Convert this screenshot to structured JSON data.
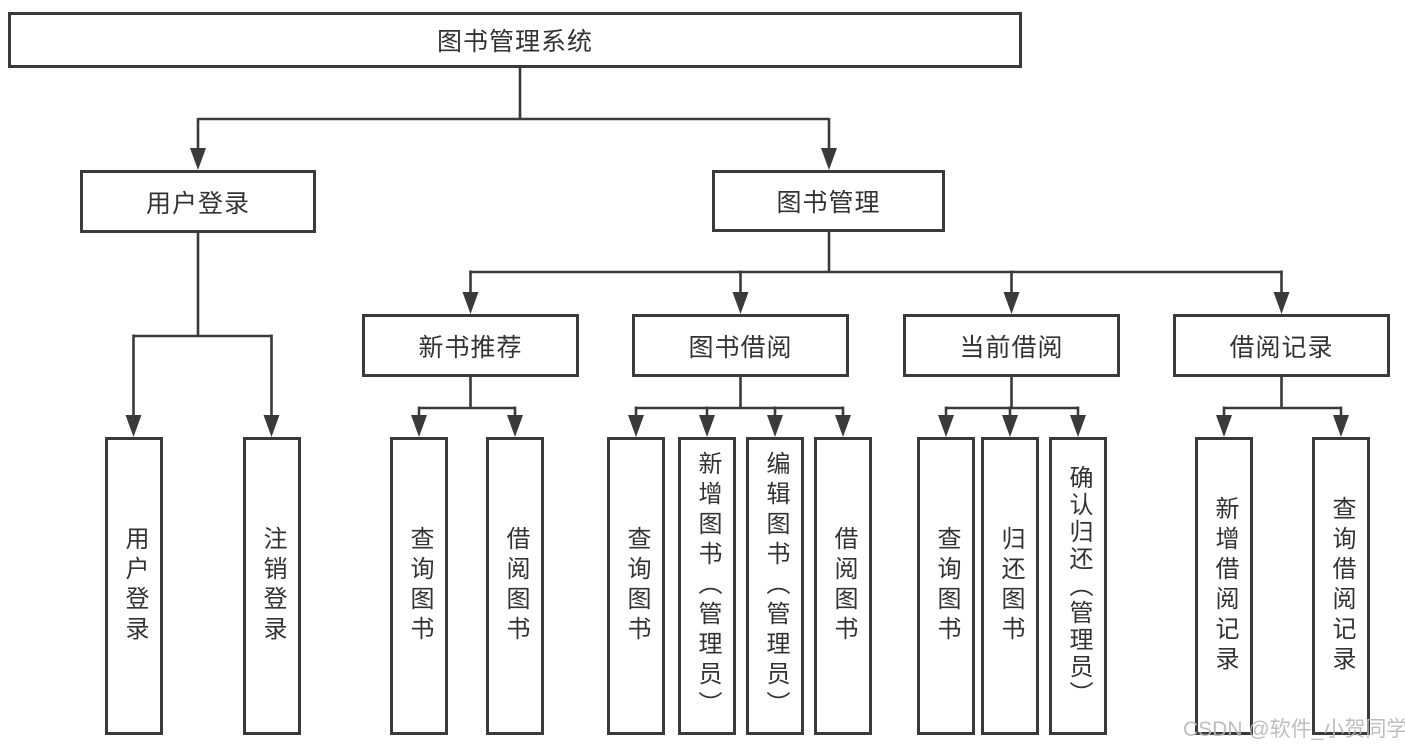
{
  "diagram": {
    "root": {
      "label": "图书管理系统"
    },
    "level2": [
      {
        "label": "用户登录"
      },
      {
        "label": "图书管理"
      }
    ],
    "level3": [
      {
        "label": "新书推荐"
      },
      {
        "label": "图书借阅"
      },
      {
        "label": "当前借阅"
      },
      {
        "label": "借阅记录"
      }
    ],
    "leaves": [
      {
        "label": "用户登录"
      },
      {
        "label": "注销登录"
      },
      {
        "label": "查询图书"
      },
      {
        "label": "借阅图书"
      },
      {
        "label": "查询图书"
      },
      {
        "label": "新增图书（管理员）"
      },
      {
        "label": "编辑图书（管理员）"
      },
      {
        "label": "借阅图书"
      },
      {
        "label": "查询图书"
      },
      {
        "label": "归还图书"
      },
      {
        "label": "确认归还（管理员）"
      },
      {
        "label": "新增借阅记录"
      },
      {
        "label": "查询借阅记录"
      }
    ]
  },
  "watermark": {
    "text": "CSDN @软件_小贺同学"
  },
  "colors": {
    "line": "#3a3a3a",
    "text": "#333333",
    "background": "#ffffff",
    "watermark": "#b9b9b9"
  }
}
